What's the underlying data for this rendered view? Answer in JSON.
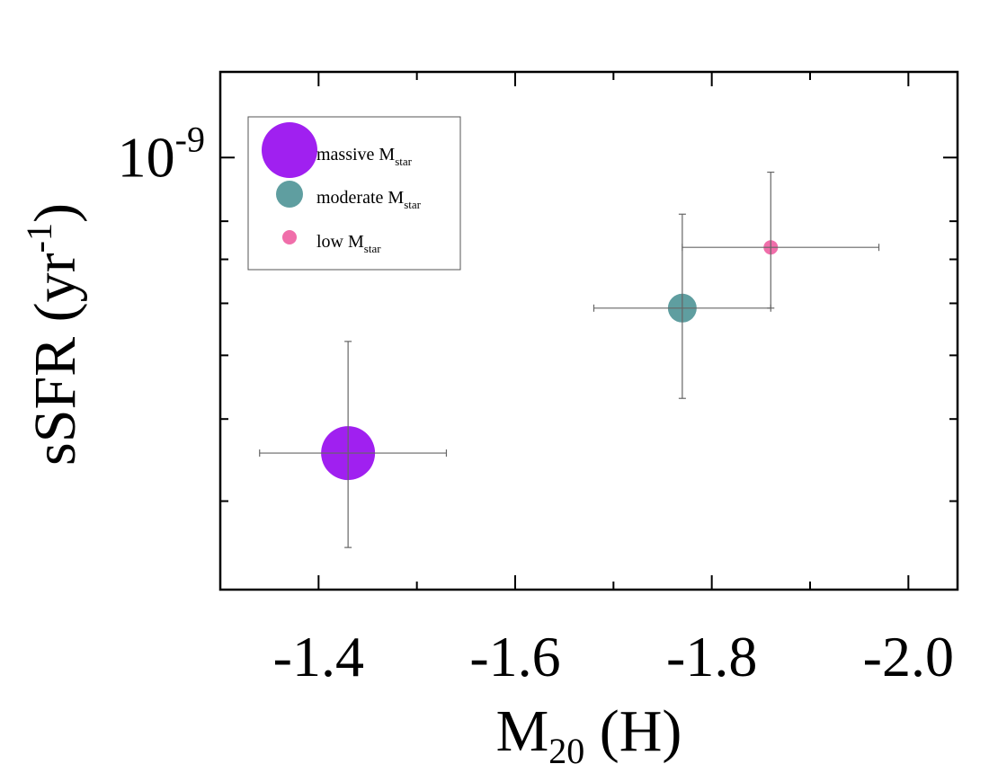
{
  "chart_data": {
    "type": "scatter",
    "title": "",
    "xlabel": "M",
    "xlabel_sub": "20",
    "xlabel_suffix": " (H)",
    "ylabel": "sSFR (yr",
    "ylabel_sup": "-1",
    "ylabel_suffix": ")",
    "x_reversed": true,
    "xlim": [
      -1.3,
      -2.05
    ],
    "y_scale": "log",
    "ylim": [
      2.2e-10,
      1.35e-09
    ],
    "x_ticks": [
      {
        "value": -1.4,
        "label": "-1.4"
      },
      {
        "value": -1.6,
        "label": "-1.6"
      },
      {
        "value": -1.8,
        "label": "-1.8"
      },
      {
        "value": -2.0,
        "label": "-2.0"
      }
    ],
    "x_minor_ticks": [
      -1.5,
      -1.7,
      -1.9
    ],
    "y_ticks": [
      {
        "value": 1e-09,
        "base": "10",
        "exp": "-9"
      }
    ],
    "y_minor_ticks": [
      8e-10,
      7e-10,
      6e-10,
      5e-10,
      4e-10,
      3e-10
    ],
    "grid": false,
    "legend_position": "top-left",
    "series": [
      {
        "name": "massive",
        "label_sub": "star",
        "color": "#a020f0",
        "marker_size": "large",
        "x": -1.43,
        "y": 3.55e-10,
        "xerr": [
          -1.34,
          -1.53
        ],
        "yerr": [
          2.55e-10,
          5.25e-10
        ]
      },
      {
        "name": "moderate",
        "label_sub": "star",
        "color": "#5f9ea0",
        "marker_size": "medium",
        "x": -1.77,
        "y": 5.9e-10,
        "xerr": [
          -1.68,
          -1.86
        ],
        "yerr": [
          4.3e-10,
          8.2e-10
        ]
      },
      {
        "name": "low",
        "label_sub": "star",
        "color": "#f06eaa",
        "marker_size": "small",
        "x": -1.86,
        "y": 7.3e-10,
        "xerr": [
          -1.77,
          -1.97
        ],
        "yerr": [
          5.9e-10,
          9.5e-10
        ]
      }
    ],
    "legend_entries": [
      {
        "prefix": "massive M",
        "sub": "star"
      },
      {
        "prefix": "moderate M",
        "sub": "star"
      },
      {
        "prefix": "low M",
        "sub": "star"
      }
    ]
  }
}
